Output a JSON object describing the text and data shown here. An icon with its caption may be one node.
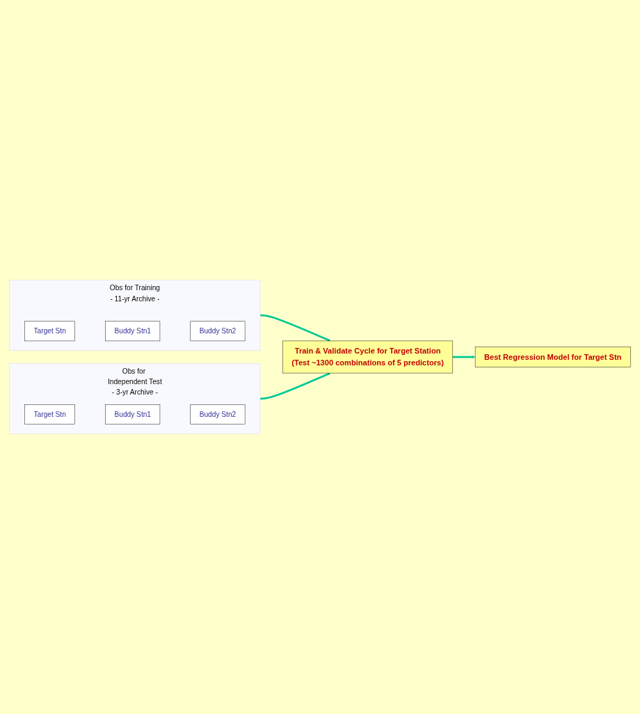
{
  "diagram": {
    "nodes": [
      {
        "text": [
          "Obs for Training",
          "- 11-yr Archive -"
        ]
      },
      {
        "text": [
          "Target Stn"
        ],
        "in": 0
      },
      {
        "text": [
          "Buddy Stn1"
        ],
        "in": 0
      },
      {
        "text": [
          "Buddy Stn2"
        ],
        "in": 0
      },
      {
        "text": [
          "Train & Validate Cycle for Target Station",
          "(Test ~1300 combinations of 5 predictors)"
        ]
      },
      {
        "text": [
          "Best Regression Model for Target Stn"
        ]
      },
      {
        "text": [
          "Obs for Independent Test",
          "- 3-yr Archive -"
        ]
      },
      {
        "text": [
          "Target Stn"
        ],
        "in": 6
      },
      {
        "text": [
          "Buddy Stn1"
        ],
        "in": 6
      },
      {
        "text": [
          "Buddy Stn2"
        ],
        "in": 6
      }
    ],
    "edges": [
      {
        "from": 0,
        "to": 4,
        "arrow": "to"
      },
      {
        "from": 4,
        "to": 5,
        "arrow": "to"
      },
      {
        "from": 6,
        "to": 4,
        "arrow": "to"
      }
    ]
  }
}
